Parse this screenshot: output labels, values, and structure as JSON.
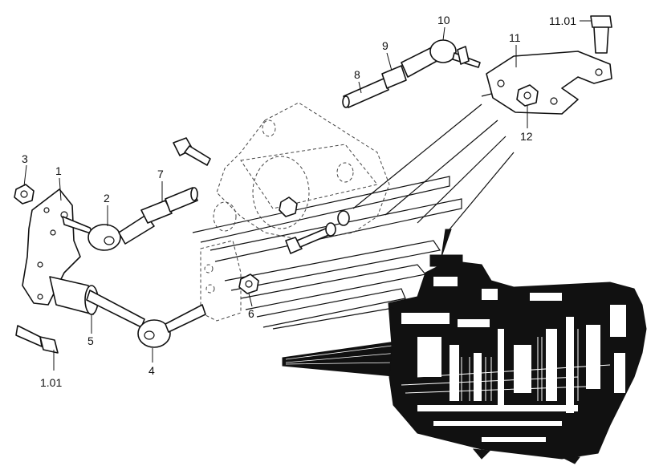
{
  "callouts": [
    {
      "id": "c-1",
      "text": "1"
    },
    {
      "id": "c-101",
      "text": "1.01"
    },
    {
      "id": "c-2",
      "text": "2"
    },
    {
      "id": "c-3",
      "text": "3"
    },
    {
      "id": "c-4",
      "text": "4"
    },
    {
      "id": "c-5",
      "text": "5"
    },
    {
      "id": "c-6",
      "text": "6"
    },
    {
      "id": "c-7",
      "text": "7"
    },
    {
      "id": "c-8",
      "text": "8"
    },
    {
      "id": "c-9",
      "text": "9"
    },
    {
      "id": "c-10",
      "text": "10"
    },
    {
      "id": "c-11",
      "text": "11"
    },
    {
      "id": "c-1101",
      "text": "11.01"
    },
    {
      "id": "c-12",
      "text": "12"
    }
  ]
}
